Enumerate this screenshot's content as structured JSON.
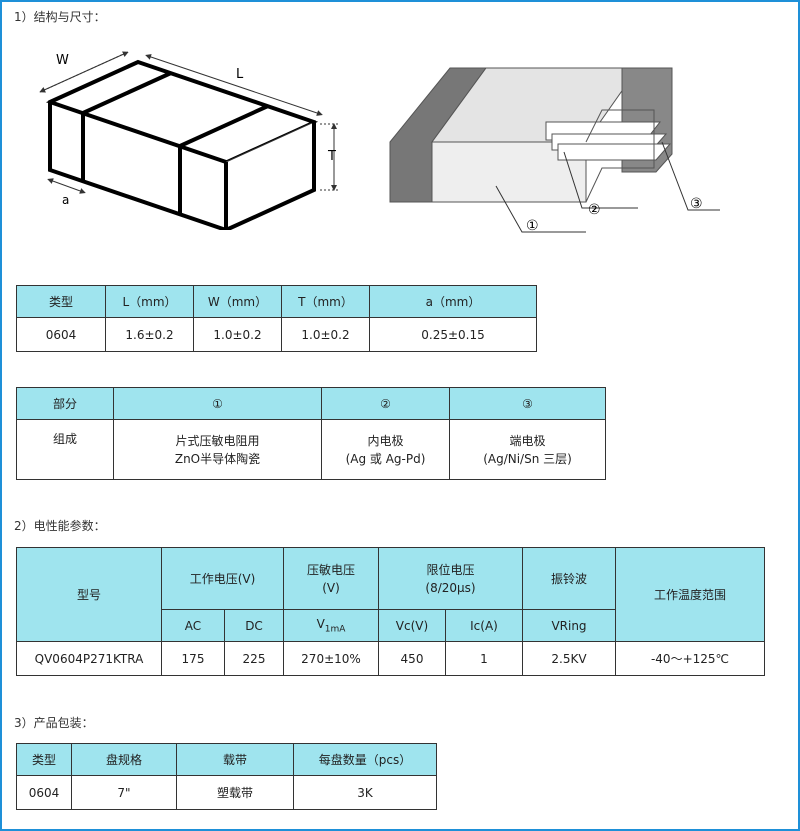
{
  "sections": {
    "s1": "1）结构与尺寸：",
    "s2": "2）电性能参数：",
    "s3": "3）产品包装："
  },
  "figure_left": {
    "w_label": "W",
    "l_label": "L",
    "t_label": "T",
    "a_label": "a"
  },
  "figure_right": {
    "callout1": "①",
    "callout2": "②",
    "callout3": "③"
  },
  "dims_table": {
    "headers": [
      "类型",
      "L（mm）",
      "W（mm）",
      "T（mm）",
      "a（mm）"
    ],
    "row": [
      "0604",
      "1.6±0.2",
      "1.0±0.2",
      "1.0±0.2",
      "0.25±0.15"
    ]
  },
  "parts_table": {
    "headers": [
      "部分",
      "①",
      "②",
      "③"
    ],
    "label": "组成",
    "cells": [
      [
        "片式压敏电阻用",
        "ZnO半导体陶瓷"
      ],
      [
        "内电极",
        "(Ag 或 Ag-Pd)"
      ],
      [
        "端电极",
        "(Ag/Ni/Sn 三层)"
      ]
    ]
  },
  "elec_table": {
    "model_header": "型号",
    "work_voltage": "工作电压(V)",
    "ac": "AC",
    "dc": "DC",
    "varistor_voltage_1": "压敏电压",
    "varistor_voltage_2": "(V)",
    "v1ma_main": "V",
    "v1ma_sub": "1mA",
    "clamp_1": "限位电压",
    "clamp_2": "(8/20μs)",
    "vc": "Vc(V)",
    "ic": "Ic(A)",
    "ringwave": "振铃波",
    "vring": "VRing",
    "temp": "工作温度范围",
    "row": [
      "QV0604P271KTRA",
      "175",
      "225",
      "270±10%",
      "450",
      "1",
      "2.5KV",
      "-40～+125℃"
    ]
  },
  "pack_table": {
    "headers": [
      "类型",
      "盘规格",
      "载带",
      "每盘数量（pcs）"
    ],
    "row": [
      "0604",
      "7\"",
      "塑载带",
      "3K"
    ]
  }
}
